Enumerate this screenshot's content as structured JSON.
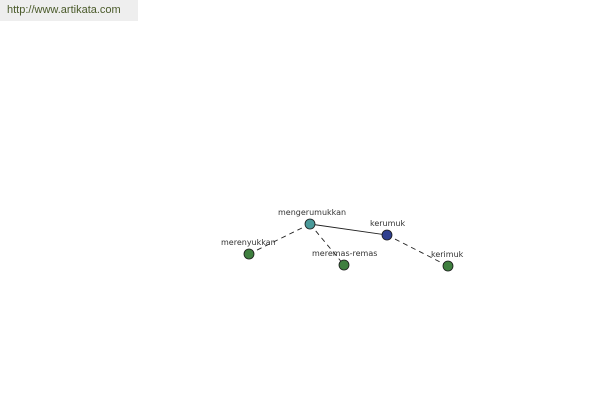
{
  "watermark": {
    "url_text": "http://www.artikata.com"
  },
  "graph": {
    "nodes": [
      {
        "id": "mengerumukkan",
        "label": "mengerumukkan",
        "color": "#4a9a9a"
      },
      {
        "id": "kerumuk",
        "label": "kerumuk",
        "color": "#2f3f8f"
      },
      {
        "id": "merenyukkan",
        "label": "merenyukkan",
        "color": "#3f7f3f"
      },
      {
        "id": "meremas-remas",
        "label": "meremas-remas",
        "color": "#3f7f3f"
      },
      {
        "id": "kerimuk",
        "label": "kerimuk",
        "color": "#3f7f3f"
      }
    ],
    "edges": [
      {
        "from": "mengerumukkan",
        "to": "kerumuk",
        "style": "solid"
      },
      {
        "from": "mengerumukkan",
        "to": "merenyukkan",
        "style": "dashed"
      },
      {
        "from": "mengerumukkan",
        "to": "meremas-remas",
        "style": "dashed"
      },
      {
        "from": "kerumuk",
        "to": "kerimuk",
        "style": "dashed"
      }
    ]
  }
}
